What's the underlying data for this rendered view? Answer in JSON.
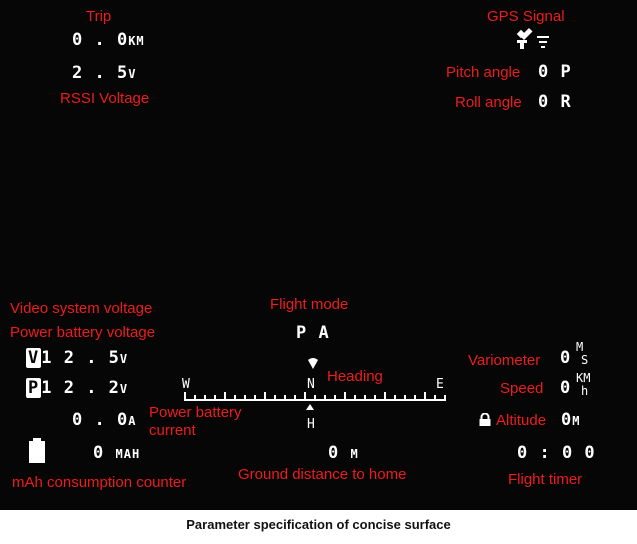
{
  "labels": {
    "trip": "Trip",
    "rssi_voltage": "RSSI Voltage",
    "gps_signal": "GPS Signal",
    "pitch_angle": "Pitch angle",
    "roll_angle": "Roll angle",
    "video_voltage": "Video system voltage",
    "power_voltage": "Power battery voltage",
    "flight_mode": "Flight mode",
    "heading": "Heading",
    "variometer": "Variometer",
    "speed": "Speed",
    "altitude": "Altitude",
    "power_current": "Power battery\ncurrent",
    "mah_counter": "mAh consumption counter",
    "ground_distance": "Ground distance to home",
    "flight_timer": "Flight timer"
  },
  "osd": {
    "trip_value": "0 . 0",
    "trip_unit": "KM",
    "rssi_value": "2 . 5",
    "rssi_unit": "V",
    "pitch_value": "0",
    "pitch_unit": "P",
    "roll_value": "0",
    "roll_unit": "R",
    "video_prefix": "V",
    "video_value": "1 2 . 5",
    "video_unit": "V",
    "power_prefix": "P",
    "power_value": "1 2 . 2",
    "power_unit": "V",
    "current_value": "0 . 0",
    "current_unit": "A",
    "mah_value": "0",
    "mah_unit": "MAH",
    "flight_mode_value": "P A",
    "vario_value": "0",
    "vario_unit_top": "M",
    "vario_unit_bottom": "S",
    "speed_value": "0",
    "speed_unit_top": "KM",
    "speed_unit_bottom": "h",
    "altitude_value": "0",
    "altitude_unit": "M",
    "distance_value": "0",
    "distance_unit": "M",
    "timer_value": "0 : 0 0",
    "compass_west": "W",
    "compass_north": "N",
    "compass_east": "E",
    "compass_home": "H"
  },
  "caption": "Parameter specification of concise surface",
  "colors": {
    "label": "#ee1c1c",
    "screen_bg": "#060606",
    "osd_text": "#ffffff"
  },
  "icons": [
    "gps-satellite-icon",
    "signal-bars-icon",
    "battery-icon",
    "lock-icon",
    "heading-pointer-icon",
    "home-marker-icon"
  ]
}
